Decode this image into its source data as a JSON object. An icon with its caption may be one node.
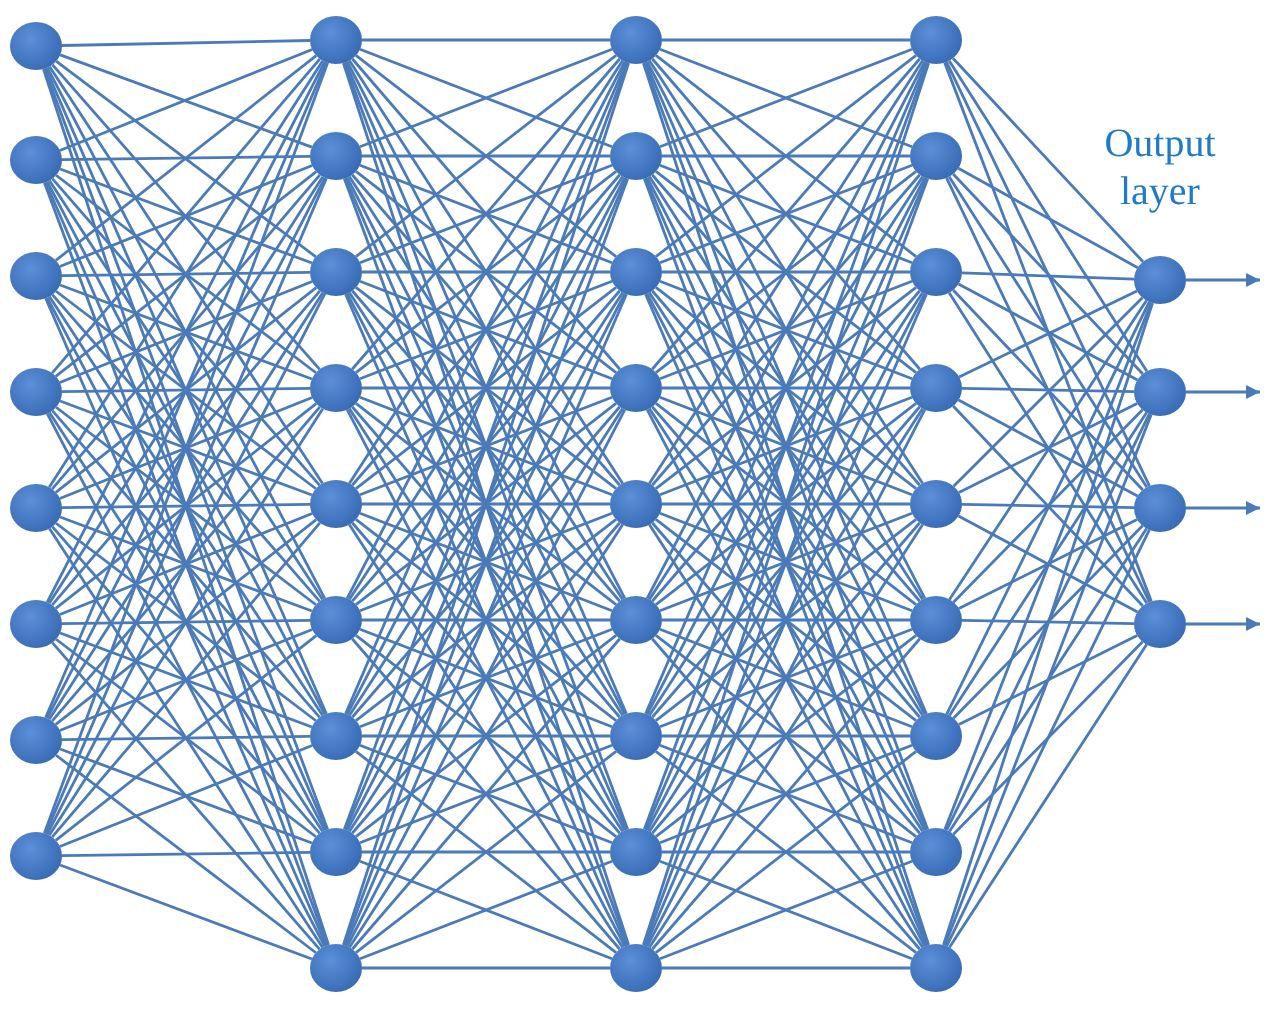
{
  "diagram": {
    "nodes": [
      {
        "text": [],
        "shape": "circle"
      },
      {
        "text": [],
        "shape": "circle"
      },
      {
        "text": [],
        "shape": "circle"
      },
      {
        "text": [],
        "shape": "circle"
      },
      {
        "text": [],
        "shape": "circle"
      },
      {
        "text": [],
        "shape": "circle"
      },
      {
        "text": [],
        "shape": "circle"
      },
      {
        "text": [],
        "shape": "circle"
      },
      {
        "text": [],
        "shape": "circle"
      },
      {
        "text": [],
        "shape": "circle"
      },
      {
        "text": [],
        "shape": "circle"
      },
      {
        "text": [],
        "shape": "circle"
      },
      {
        "text": [],
        "shape": "circle"
      },
      {
        "text": [],
        "shape": "circle"
      },
      {
        "text": [],
        "shape": "circle"
      },
      {
        "text": [],
        "shape": "circle"
      },
      {
        "text": [],
        "shape": "circle"
      },
      {
        "text": [],
        "shape": "circle"
      },
      {
        "text": [],
        "shape": "circle"
      },
      {
        "text": [],
        "shape": "circle"
      },
      {
        "text": [],
        "shape": "circle"
      },
      {
        "text": [],
        "shape": "circle"
      },
      {
        "text": [],
        "shape": "circle"
      },
      {
        "text": [],
        "shape": "circle"
      },
      {
        "text": [],
        "shape": "circle"
      },
      {
        "text": [],
        "shape": "circle"
      },
      {
        "text": [],
        "shape": "circle"
      },
      {
        "text": [],
        "shape": "circle"
      },
      {
        "text": [],
        "shape": "circle"
      },
      {
        "text": [],
        "shape": "circle"
      },
      {
        "text": [],
        "shape": "circle"
      },
      {
        "text": [],
        "shape": "circle"
      },
      {
        "text": [],
        "shape": "circle"
      },
      {
        "text": [],
        "shape": "circle"
      },
      {
        "text": [],
        "shape": "circle"
      },
      {
        "text": [],
        "shape": "circle"
      },
      {
        "text": [],
        "shape": "circle"
      },
      {
        "text": [],
        "shape": "circle"
      },
      {
        "text": [],
        "shape": "circle"
      }
    ],
    "edges": [
      {
        "from": 0,
        "to": 8,
        "arrow": "none"
      },
      {
        "from": 0,
        "to": 9,
        "arrow": "none"
      },
      {
        "from": 0,
        "to": 10,
        "arrow": "none"
      },
      {
        "from": 0,
        "to": 11,
        "arrow": "none"
      },
      {
        "from": 0,
        "to": 12,
        "arrow": "none"
      },
      {
        "from": 0,
        "to": 13,
        "arrow": "none"
      },
      {
        "from": 0,
        "to": 14,
        "arrow": "none"
      },
      {
        "from": 0,
        "to": 15,
        "arrow": "none"
      },
      {
        "from": 0,
        "to": 16,
        "arrow": "none"
      },
      {
        "from": 1,
        "to": 8,
        "arrow": "none"
      },
      {
        "from": 1,
        "to": 9,
        "arrow": "none"
      },
      {
        "from": 1,
        "to": 10,
        "arrow": "none"
      },
      {
        "from": 1,
        "to": 11,
        "arrow": "none"
      },
      {
        "from": 1,
        "to": 12,
        "arrow": "none"
      },
      {
        "from": 1,
        "to": 13,
        "arrow": "none"
      },
      {
        "from": 1,
        "to": 14,
        "arrow": "none"
      },
      {
        "from": 1,
        "to": 15,
        "arrow": "none"
      },
      {
        "from": 1,
        "to": 16,
        "arrow": "none"
      },
      {
        "from": 2,
        "to": 8,
        "arrow": "none"
      },
      {
        "from": 2,
        "to": 9,
        "arrow": "none"
      },
      {
        "from": 2,
        "to": 10,
        "arrow": "none"
      },
      {
        "from": 2,
        "to": 11,
        "arrow": "none"
      },
      {
        "from": 2,
        "to": 12,
        "arrow": "none"
      },
      {
        "from": 2,
        "to": 13,
        "arrow": "none"
      },
      {
        "from": 2,
        "to": 14,
        "arrow": "none"
      },
      {
        "from": 2,
        "to": 15,
        "arrow": "none"
      },
      {
        "from": 2,
        "to": 16,
        "arrow": "none"
      },
      {
        "from": 3,
        "to": 8,
        "arrow": "none"
      },
      {
        "from": 3,
        "to": 9,
        "arrow": "none"
      },
      {
        "from": 3,
        "to": 10,
        "arrow": "none"
      },
      {
        "from": 3,
        "to": 11,
        "arrow": "none"
      },
      {
        "from": 3,
        "to": 12,
        "arrow": "none"
      },
      {
        "from": 3,
        "to": 13,
        "arrow": "none"
      },
      {
        "from": 3,
        "to": 14,
        "arrow": "none"
      },
      {
        "from": 3,
        "to": 15,
        "arrow": "none"
      },
      {
        "from": 3,
        "to": 16,
        "arrow": "none"
      },
      {
        "from": 4,
        "to": 8,
        "arrow": "none"
      },
      {
        "from": 4,
        "to": 9,
        "arrow": "none"
      },
      {
        "from": 4,
        "to": 10,
        "arrow": "none"
      },
      {
        "from": 4,
        "to": 11,
        "arrow": "none"
      },
      {
        "from": 4,
        "to": 12,
        "arrow": "none"
      },
      {
        "from": 4,
        "to": 13,
        "arrow": "none"
      },
      {
        "from": 4,
        "to": 14,
        "arrow": "none"
      },
      {
        "from": 4,
        "to": 15,
        "arrow": "none"
      },
      {
        "from": 4,
        "to": 16,
        "arrow": "none"
      },
      {
        "from": 5,
        "to": 8,
        "arrow": "none"
      },
      {
        "from": 5,
        "to": 9,
        "arrow": "none"
      },
      {
        "from": 5,
        "to": 10,
        "arrow": "none"
      },
      {
        "from": 5,
        "to": 11,
        "arrow": "none"
      },
      {
        "from": 5,
        "to": 12,
        "arrow": "none"
      },
      {
        "from": 5,
        "to": 13,
        "arrow": "none"
      },
      {
        "from": 5,
        "to": 14,
        "arrow": "none"
      },
      {
        "from": 5,
        "to": 15,
        "arrow": "none"
      },
      {
        "from": 5,
        "to": 16,
        "arrow": "none"
      },
      {
        "from": 6,
        "to": 8,
        "arrow": "none"
      },
      {
        "from": 6,
        "to": 9,
        "arrow": "none"
      },
      {
        "from": 6,
        "to": 10,
        "arrow": "none"
      },
      {
        "from": 6,
        "to": 11,
        "arrow": "none"
      },
      {
        "from": 6,
        "to": 12,
        "arrow": "none"
      },
      {
        "from": 6,
        "to": 13,
        "arrow": "none"
      },
      {
        "from": 6,
        "to": 14,
        "arrow": "none"
      },
      {
        "from": 6,
        "to": 15,
        "arrow": "none"
      },
      {
        "from": 6,
        "to": 16,
        "arrow": "none"
      },
      {
        "from": 7,
        "to": 8,
        "arrow": "none"
      },
      {
        "from": 7,
        "to": 9,
        "arrow": "none"
      },
      {
        "from": 7,
        "to": 10,
        "arrow": "none"
      },
      {
        "from": 7,
        "to": 11,
        "arrow": "none"
      },
      {
        "from": 7,
        "to": 12,
        "arrow": "none"
      },
      {
        "from": 7,
        "to": 13,
        "arrow": "none"
      },
      {
        "from": 7,
        "to": 14,
        "arrow": "none"
      },
      {
        "from": 7,
        "to": 15,
        "arrow": "none"
      },
      {
        "from": 7,
        "to": 16,
        "arrow": "none"
      },
      {
        "from": 8,
        "to": 17,
        "arrow": "none"
      },
      {
        "from": 8,
        "to": 18,
        "arrow": "none"
      },
      {
        "from": 8,
        "to": 19,
        "arrow": "none"
      },
      {
        "from": 8,
        "to": 20,
        "arrow": "none"
      },
      {
        "from": 8,
        "to": 21,
        "arrow": "none"
      },
      {
        "from": 8,
        "to": 22,
        "arrow": "none"
      },
      {
        "from": 8,
        "to": 23,
        "arrow": "none"
      },
      {
        "from": 8,
        "to": 24,
        "arrow": "none"
      },
      {
        "from": 8,
        "to": 25,
        "arrow": "none"
      },
      {
        "from": 9,
        "to": 17,
        "arrow": "none"
      },
      {
        "from": 9,
        "to": 18,
        "arrow": "none"
      },
      {
        "from": 9,
        "to": 19,
        "arrow": "none"
      },
      {
        "from": 9,
        "to": 20,
        "arrow": "none"
      },
      {
        "from": 9,
        "to": 21,
        "arrow": "none"
      },
      {
        "from": 9,
        "to": 22,
        "arrow": "none"
      },
      {
        "from": 9,
        "to": 23,
        "arrow": "none"
      },
      {
        "from": 9,
        "to": 24,
        "arrow": "none"
      },
      {
        "from": 9,
        "to": 25,
        "arrow": "none"
      },
      {
        "from": 10,
        "to": 17,
        "arrow": "none"
      },
      {
        "from": 10,
        "to": 18,
        "arrow": "none"
      },
      {
        "from": 10,
        "to": 19,
        "arrow": "none"
      },
      {
        "from": 10,
        "to": 20,
        "arrow": "none"
      },
      {
        "from": 10,
        "to": 21,
        "arrow": "none"
      },
      {
        "from": 10,
        "to": 22,
        "arrow": "none"
      },
      {
        "from": 10,
        "to": 23,
        "arrow": "none"
      },
      {
        "from": 10,
        "to": 24,
        "arrow": "none"
      },
      {
        "from": 10,
        "to": 25,
        "arrow": "none"
      },
      {
        "from": 11,
        "to": 17,
        "arrow": "none"
      },
      {
        "from": 11,
        "to": 18,
        "arrow": "none"
      },
      {
        "from": 11,
        "to": 19,
        "arrow": "none"
      },
      {
        "from": 11,
        "to": 20,
        "arrow": "none"
      },
      {
        "from": 11,
        "to": 21,
        "arrow": "none"
      },
      {
        "from": 11,
        "to": 22,
        "arrow": "none"
      },
      {
        "from": 11,
        "to": 23,
        "arrow": "none"
      },
      {
        "from": 11,
        "to": 24,
        "arrow": "none"
      },
      {
        "from": 11,
        "to": 25,
        "arrow": "none"
      },
      {
        "from": 12,
        "to": 17,
        "arrow": "none"
      },
      {
        "from": 12,
        "to": 18,
        "arrow": "none"
      },
      {
        "from": 12,
        "to": 19,
        "arrow": "none"
      },
      {
        "from": 12,
        "to": 20,
        "arrow": "none"
      },
      {
        "from": 12,
        "to": 21,
        "arrow": "none"
      },
      {
        "from": 12,
        "to": 22,
        "arrow": "none"
      },
      {
        "from": 12,
        "to": 23,
        "arrow": "none"
      },
      {
        "from": 12,
        "to": 24,
        "arrow": "none"
      },
      {
        "from": 12,
        "to": 25,
        "arrow": "none"
      },
      {
        "from": 13,
        "to": 17,
        "arrow": "none"
      },
      {
        "from": 13,
        "to": 18,
        "arrow": "none"
      },
      {
        "from": 13,
        "to": 19,
        "arrow": "none"
      },
      {
        "from": 13,
        "to": 20,
        "arrow": "none"
      },
      {
        "from": 13,
        "to": 21,
        "arrow": "none"
      },
      {
        "from": 13,
        "to": 22,
        "arrow": "none"
      },
      {
        "from": 13,
        "to": 23,
        "arrow": "none"
      },
      {
        "from": 13,
        "to": 24,
        "arrow": "none"
      },
      {
        "from": 13,
        "to": 25,
        "arrow": "none"
      },
      {
        "from": 14,
        "to": 17,
        "arrow": "none"
      },
      {
        "from": 14,
        "to": 18,
        "arrow": "none"
      },
      {
        "from": 14,
        "to": 19,
        "arrow": "none"
      },
      {
        "from": 14,
        "to": 20,
        "arrow": "none"
      },
      {
        "from": 14,
        "to": 21,
        "arrow": "none"
      },
      {
        "from": 14,
        "to": 22,
        "arrow": "none"
      },
      {
        "from": 14,
        "to": 23,
        "arrow": "none"
      },
      {
        "from": 14,
        "to": 24,
        "arrow": "none"
      },
      {
        "from": 14,
        "to": 25,
        "arrow": "none"
      },
      {
        "from": 15,
        "to": 17,
        "arrow": "none"
      },
      {
        "from": 15,
        "to": 18,
        "arrow": "none"
      },
      {
        "from": 15,
        "to": 19,
        "arrow": "none"
      },
      {
        "from": 15,
        "to": 20,
        "arrow": "none"
      },
      {
        "from": 15,
        "to": 21,
        "arrow": "none"
      },
      {
        "from": 15,
        "to": 22,
        "arrow": "none"
      },
      {
        "from": 15,
        "to": 23,
        "arrow": "none"
      },
      {
        "from": 15,
        "to": 24,
        "arrow": "none"
      },
      {
        "from": 15,
        "to": 25,
        "arrow": "none"
      },
      {
        "from": 16,
        "to": 17,
        "arrow": "none"
      },
      {
        "from": 16,
        "to": 18,
        "arrow": "none"
      },
      {
        "from": 16,
        "to": 19,
        "arrow": "none"
      },
      {
        "from": 16,
        "to": 20,
        "arrow": "none"
      },
      {
        "from": 16,
        "to": 21,
        "arrow": "none"
      },
      {
        "from": 16,
        "to": 22,
        "arrow": "none"
      },
      {
        "from": 16,
        "to": 23,
        "arrow": "none"
      },
      {
        "from": 16,
        "to": 24,
        "arrow": "none"
      },
      {
        "from": 16,
        "to": 25,
        "arrow": "none"
      },
      {
        "from": 17,
        "to": 26,
        "arrow": "none"
      },
      {
        "from": 17,
        "to": 27,
        "arrow": "none"
      },
      {
        "from": 17,
        "to": 28,
        "arrow": "none"
      },
      {
        "from": 17,
        "to": 29,
        "arrow": "none"
      },
      {
        "from": 17,
        "to": 30,
        "arrow": "none"
      },
      {
        "from": 17,
        "to": 31,
        "arrow": "none"
      },
      {
        "from": 17,
        "to": 32,
        "arrow": "none"
      },
      {
        "from": 17,
        "to": 33,
        "arrow": "none"
      },
      {
        "from": 17,
        "to": 34,
        "arrow": "none"
      },
      {
        "from": 18,
        "to": 26,
        "arrow": "none"
      },
      {
        "from": 18,
        "to": 27,
        "arrow": "none"
      },
      {
        "from": 18,
        "to": 28,
        "arrow": "none"
      },
      {
        "from": 18,
        "to": 29,
        "arrow": "none"
      },
      {
        "from": 18,
        "to": 30,
        "arrow": "none"
      },
      {
        "from": 18,
        "to": 31,
        "arrow": "none"
      },
      {
        "from": 18,
        "to": 32,
        "arrow": "none"
      },
      {
        "from": 18,
        "to": 33,
        "arrow": "none"
      },
      {
        "from": 18,
        "to": 34,
        "arrow": "none"
      },
      {
        "from": 19,
        "to": 26,
        "arrow": "none"
      },
      {
        "from": 19,
        "to": 27,
        "arrow": "none"
      },
      {
        "from": 19,
        "to": 28,
        "arrow": "none"
      },
      {
        "from": 19,
        "to": 29,
        "arrow": "none"
      },
      {
        "from": 19,
        "to": 30,
        "arrow": "none"
      },
      {
        "from": 19,
        "to": 31,
        "arrow": "none"
      },
      {
        "from": 19,
        "to": 32,
        "arrow": "none"
      },
      {
        "from": 19,
        "to": 33,
        "arrow": "none"
      },
      {
        "from": 19,
        "to": 34,
        "arrow": "none"
      },
      {
        "from": 20,
        "to": 26,
        "arrow": "none"
      },
      {
        "from": 20,
        "to": 27,
        "arrow": "none"
      },
      {
        "from": 20,
        "to": 28,
        "arrow": "none"
      },
      {
        "from": 20,
        "to": 29,
        "arrow": "none"
      },
      {
        "from": 20,
        "to": 30,
        "arrow": "none"
      },
      {
        "from": 20,
        "to": 31,
        "arrow": "none"
      },
      {
        "from": 20,
        "to": 32,
        "arrow": "none"
      },
      {
        "from": 20,
        "to": 33,
        "arrow": "none"
      },
      {
        "from": 20,
        "to": 34,
        "arrow": "none"
      },
      {
        "from": 21,
        "to": 26,
        "arrow": "none"
      },
      {
        "from": 21,
        "to": 27,
        "arrow": "none"
      },
      {
        "from": 21,
        "to": 28,
        "arrow": "none"
      },
      {
        "from": 21,
        "to": 29,
        "arrow": "none"
      },
      {
        "from": 21,
        "to": 30,
        "arrow": "none"
      },
      {
        "from": 21,
        "to": 31,
        "arrow": "none"
      },
      {
        "from": 21,
        "to": 32,
        "arrow": "none"
      },
      {
        "from": 21,
        "to": 33,
        "arrow": "none"
      },
      {
        "from": 21,
        "to": 34,
        "arrow": "none"
      },
      {
        "from": 22,
        "to": 26,
        "arrow": "none"
      },
      {
        "from": 22,
        "to": 27,
        "arrow": "none"
      },
      {
        "from": 22,
        "to": 28,
        "arrow": "none"
      },
      {
        "from": 22,
        "to": 29,
        "arrow": "none"
      },
      {
        "from": 22,
        "to": 30,
        "arrow": "none"
      },
      {
        "from": 22,
        "to": 31,
        "arrow": "none"
      },
      {
        "from": 22,
        "to": 32,
        "arrow": "none"
      },
      {
        "from": 22,
        "to": 33,
        "arrow": "none"
      },
      {
        "from": 22,
        "to": 34,
        "arrow": "none"
      },
      {
        "from": 23,
        "to": 26,
        "arrow": "none"
      },
      {
        "from": 23,
        "to": 27,
        "arrow": "none"
      },
      {
        "from": 23,
        "to": 28,
        "arrow": "none"
      },
      {
        "from": 23,
        "to": 29,
        "arrow": "none"
      },
      {
        "from": 23,
        "to": 30,
        "arrow": "none"
      },
      {
        "from": 23,
        "to": 31,
        "arrow": "none"
      },
      {
        "from": 23,
        "to": 32,
        "arrow": "none"
      },
      {
        "from": 23,
        "to": 33,
        "arrow": "none"
      },
      {
        "from": 23,
        "to": 34,
        "arrow": "none"
      },
      {
        "from": 24,
        "to": 26,
        "arrow": "none"
      },
      {
        "from": 24,
        "to": 27,
        "arrow": "none"
      },
      {
        "from": 24,
        "to": 28,
        "arrow": "none"
      },
      {
        "from": 24,
        "to": 29,
        "arrow": "none"
      },
      {
        "from": 24,
        "to": 30,
        "arrow": "none"
      },
      {
        "from": 24,
        "to": 31,
        "arrow": "none"
      },
      {
        "from": 24,
        "to": 32,
        "arrow": "none"
      },
      {
        "from": 24,
        "to": 33,
        "arrow": "none"
      },
      {
        "from": 24,
        "to": 34,
        "arrow": "none"
      },
      {
        "from": 25,
        "to": 26,
        "arrow": "none"
      },
      {
        "from": 25,
        "to": 27,
        "arrow": "none"
      },
      {
        "from": 25,
        "to": 28,
        "arrow": "none"
      },
      {
        "from": 25,
        "to": 29,
        "arrow": "none"
      },
      {
        "from": 25,
        "to": 30,
        "arrow": "none"
      },
      {
        "from": 25,
        "to": 31,
        "arrow": "none"
      },
      {
        "from": 25,
        "to": 32,
        "arrow": "none"
      },
      {
        "from": 25,
        "to": 33,
        "arrow": "none"
      },
      {
        "from": 25,
        "to": 34,
        "arrow": "none"
      },
      {
        "from": 26,
        "to": 35,
        "arrow": "none"
      },
      {
        "from": 26,
        "to": 36,
        "arrow": "none"
      },
      {
        "from": 26,
        "to": 37,
        "arrow": "none"
      },
      {
        "from": 26,
        "to": 38,
        "arrow": "none"
      },
      {
        "from": 27,
        "to": 35,
        "arrow": "none"
      },
      {
        "from": 27,
        "to": 36,
        "arrow": "none"
      },
      {
        "from": 27,
        "to": 37,
        "arrow": "none"
      },
      {
        "from": 27,
        "to": 38,
        "arrow": "none"
      },
      {
        "from": 28,
        "to": 35,
        "arrow": "none"
      },
      {
        "from": 28,
        "to": 36,
        "arrow": "none"
      },
      {
        "from": 28,
        "to": 37,
        "arrow": "none"
      },
      {
        "from": 28,
        "to": 38,
        "arrow": "none"
      },
      {
        "from": 29,
        "to": 35,
        "arrow": "none"
      },
      {
        "from": 29,
        "to": 36,
        "arrow": "none"
      },
      {
        "from": 29,
        "to": 37,
        "arrow": "none"
      },
      {
        "from": 29,
        "to": 38,
        "arrow": "none"
      },
      {
        "from": 30,
        "to": 35,
        "arrow": "none"
      },
      {
        "from": 30,
        "to": 36,
        "arrow": "none"
      },
      {
        "from": 30,
        "to": 37,
        "arrow": "none"
      },
      {
        "from": 30,
        "to": 38,
        "arrow": "none"
      },
      {
        "from": 31,
        "to": 35,
        "arrow": "none"
      },
      {
        "from": 31,
        "to": 36,
        "arrow": "none"
      },
      {
        "from": 31,
        "to": 37,
        "arrow": "none"
      },
      {
        "from": 31,
        "to": 38,
        "arrow": "none"
      },
      {
        "from": 32,
        "to": 35,
        "arrow": "none"
      },
      {
        "from": 32,
        "to": 36,
        "arrow": "none"
      },
      {
        "from": 32,
        "to": 37,
        "arrow": "none"
      },
      {
        "from": 32,
        "to": 38,
        "arrow": "none"
      },
      {
        "from": 33,
        "to": 35,
        "arrow": "none"
      },
      {
        "from": 33,
        "to": 36,
        "arrow": "none"
      },
      {
        "from": 33,
        "to": 37,
        "arrow": "none"
      },
      {
        "from": 33,
        "to": 38,
        "arrow": "none"
      },
      {
        "from": 34,
        "to": 35,
        "arrow": "none"
      },
      {
        "from": 34,
        "to": 36,
        "arrow": "none"
      },
      {
        "from": 34,
        "to": 37,
        "arrow": "none"
      },
      {
        "from": 34,
        "to": 38,
        "arrow": "none"
      },
      {
        "from": 35,
        "to": null,
        "arrow": "to"
      },
      {
        "from": 36,
        "to": null,
        "arrow": "to"
      },
      {
        "from": 37,
        "to": null,
        "arrow": "to"
      },
      {
        "from": 38,
        "to": null,
        "arrow": "to"
      }
    ],
    "labels": [
      "Output layer"
    ]
  }
}
